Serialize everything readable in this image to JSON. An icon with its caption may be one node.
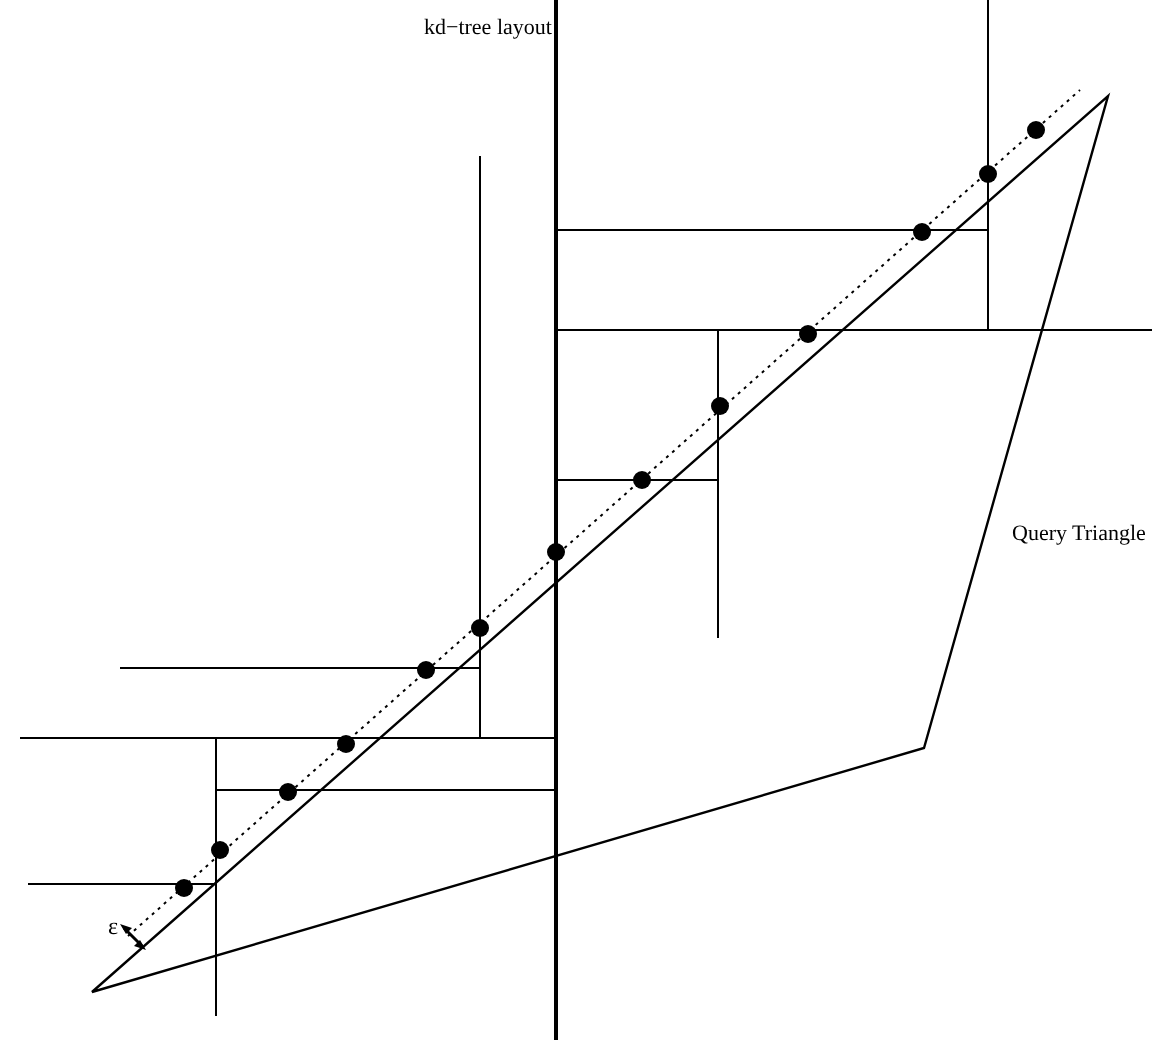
{
  "diagram": {
    "labels": [
      "kd−tree layout",
      "Query Triangle",
      "ε"
    ]
  }
}
